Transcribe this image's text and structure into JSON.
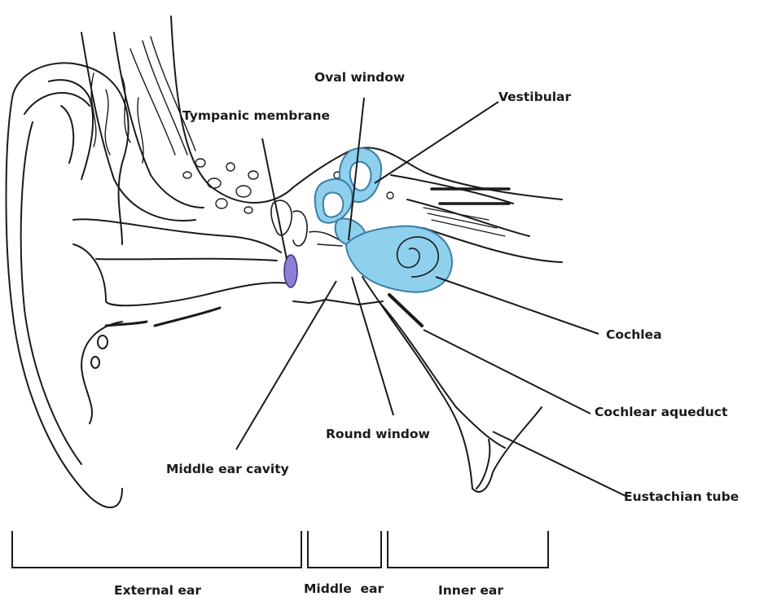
{
  "diagram": {
    "labels": {
      "oval_window": "Oval window",
      "vestibular": "Vestibular",
      "tympanic_membrane": "Tympanic membrane",
      "cochlea": "Cochlea",
      "cochlear_aqueduct": "Cochlear aqueduct",
      "round_window": "Round window",
      "middle_ear_cavity": "Middle ear cavity",
      "eustachian_tube": "Eustachian tube"
    },
    "sections": {
      "external_ear": "External ear",
      "middle_ear": "Middle  ear",
      "inner_ear": "Inner ear"
    },
    "colors": {
      "inner_ear_fill": "#8fd0ec",
      "inner_ear_stroke": "#3a7ea6",
      "tympanic_fill": "#8b7fd6",
      "line": "#1a1a1a"
    }
  }
}
